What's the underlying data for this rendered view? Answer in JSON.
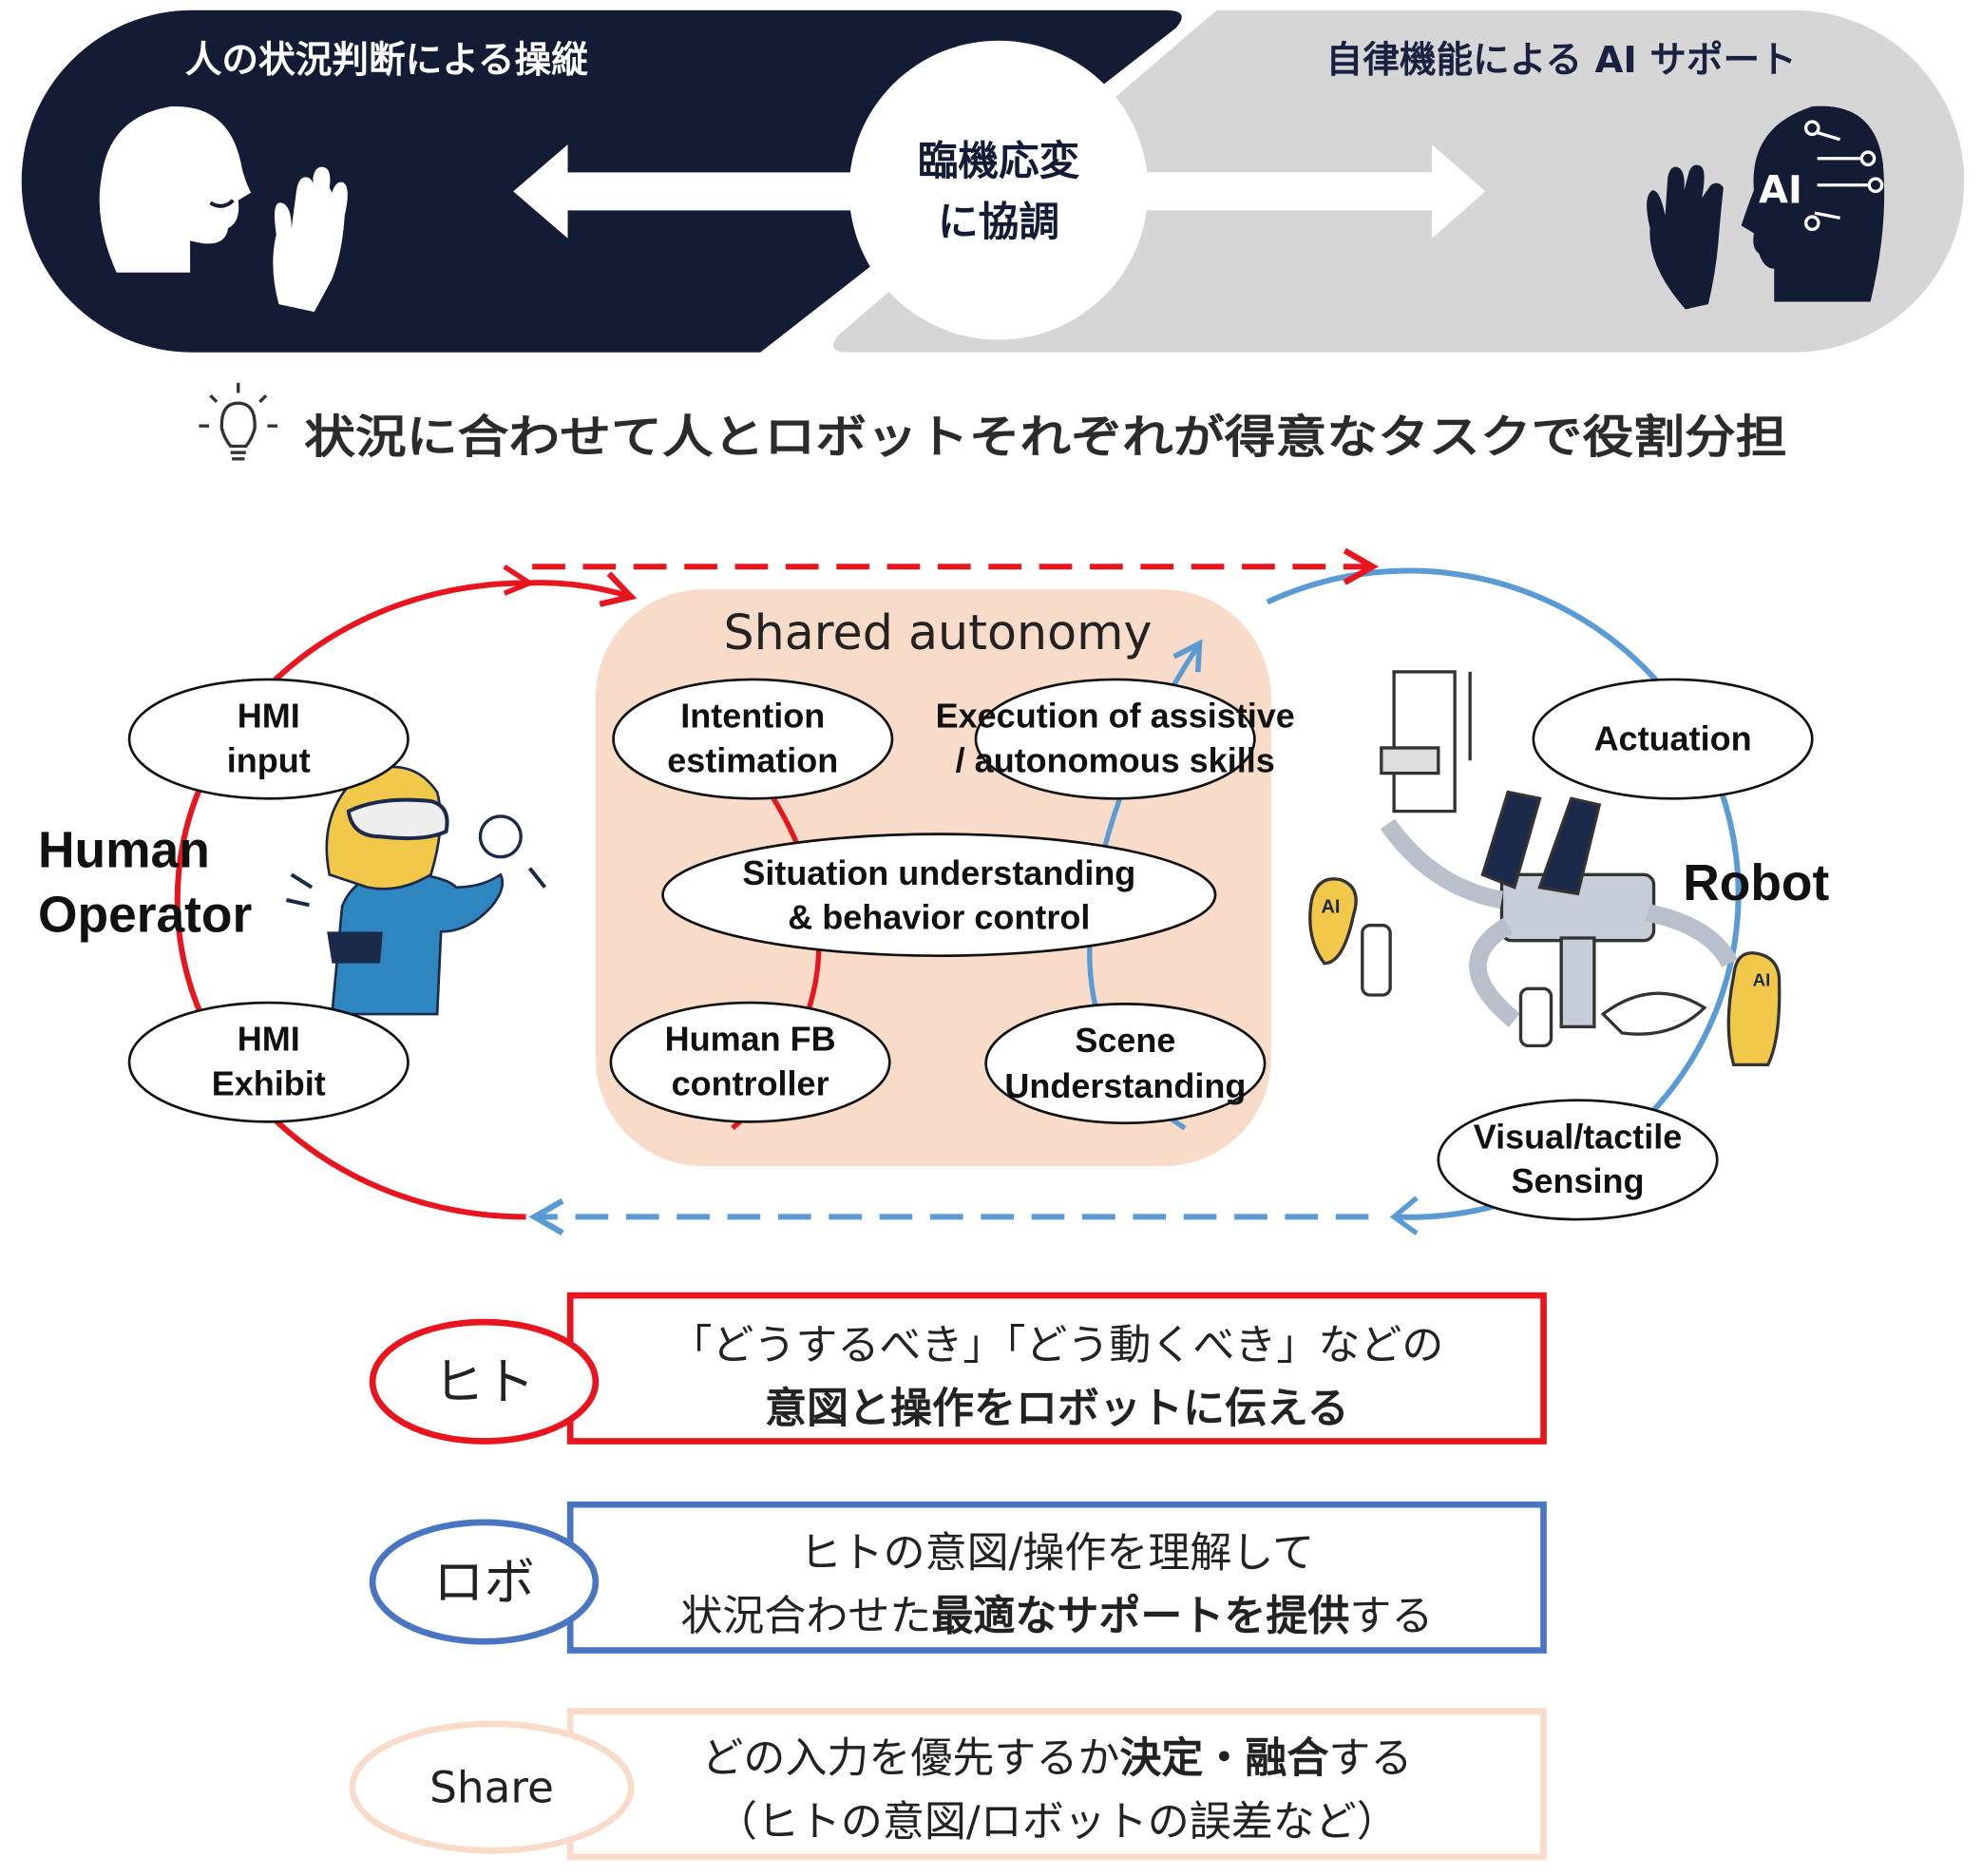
{
  "banner": {
    "left_caption": "人の状況判断による操縦",
    "right_caption": "自律機能による AI サポート",
    "center_line1": "臨機応変",
    "center_line2": "に協調",
    "ai_label": "AI"
  },
  "tagline": "状況に合わせて人とロボットそれぞれが得意なタスクで役割分担",
  "loop": {
    "human_line1": "Human",
    "human_line2": "Operator",
    "robot": "Robot",
    "shared_title": "Shared autonomy",
    "nodes": {
      "hmi_input": [
        "HMI",
        "input"
      ],
      "hmi_exhibit": [
        "HMI",
        "Exhibit"
      ],
      "intention": [
        "Intention",
        "estimation"
      ],
      "execution": [
        "Execution of assistive",
        "/ autonomous skills"
      ],
      "situation": [
        "Situation understanding",
        "& behavior control"
      ],
      "human_fb": [
        "Human FB",
        "controller"
      ],
      "scene": [
        "Scene",
        "Understanding"
      ],
      "actuation": [
        "Actuation"
      ],
      "sensing": [
        "Visual/tactile",
        "Sensing"
      ]
    },
    "badge_ai": "AI"
  },
  "roles": [
    {
      "label": "ヒト",
      "line1": "「どうするべき」「どう動くべき」などの",
      "line2_bold": "意図と操作をロボットに伝える",
      "color": "#e8141e"
    },
    {
      "label": "ロボ",
      "line1": "ヒトの意図/操作を理解して",
      "line2_pre": "状況合わせた",
      "line2_bold": "最適なサポートを提供",
      "line2_post": "する",
      "color": "#4a75c2"
    },
    {
      "label": "Share",
      "line1_pre": "どの入力を優先するか",
      "line1_bold": "決定・融合",
      "line1_post": "する",
      "line2": "（ヒトの意図/ロボットの誤差など）",
      "color": "#f8dcc9"
    }
  ],
  "colors": {
    "navy": "#141b35",
    "gray": "#d6d6d6",
    "red": "#e8141e",
    "blue": "#5b9bd5",
    "peach": "#f8dcc9",
    "role_blue": "#4a75c2"
  }
}
